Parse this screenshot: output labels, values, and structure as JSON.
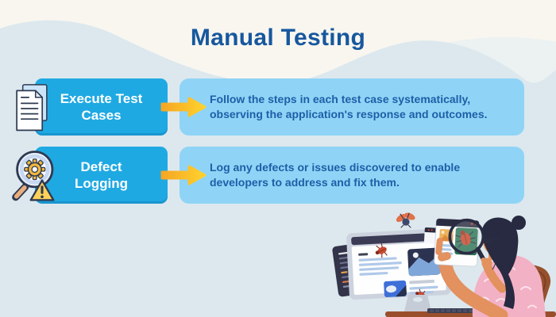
{
  "title": "Manual Testing",
  "steps": [
    {
      "label": "Execute Test\nCases",
      "description": "Follow the steps in each test case systematically, observing the application's response and outcomes.",
      "icon": "documents-icon"
    },
    {
      "label": "Defect\nLogging",
      "description": "Log any defects or issues discovered to enable developers to address and fix them.",
      "icon": "magnifier-warning-icon"
    }
  ],
  "illustration": "woman-inspecting-bugs-on-computer-screen",
  "colors": {
    "title_text": "#17579E",
    "step_box": "#1FA9E3",
    "step_box_text": "#FFFFFF",
    "description_box": "#8FD4F6",
    "description_text": "#1D5FA8",
    "arrow_start": "#F6A623",
    "arrow_end": "#FFD22E",
    "background_top": "#F8F6EF",
    "background_wave": "#DCE8EE"
  }
}
